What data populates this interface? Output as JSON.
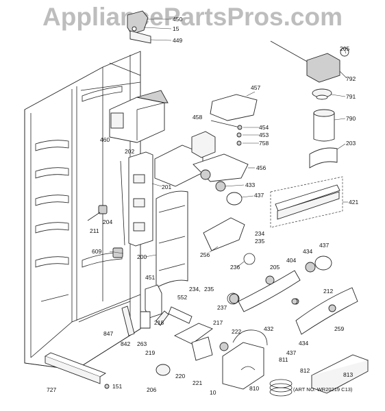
{
  "watermark": "AppliancePartsPros.com",
  "art_number": "(ART NO. WR20219 C13)",
  "part_labels": {
    "p450": "450",
    "p15": "15",
    "p449": "449",
    "p205a": "205",
    "p792": "792",
    "p791": "791",
    "p790": "790",
    "p203": "203",
    "p457": "457",
    "p460": "460",
    "p458": "458",
    "p454": "454",
    "p453": "453",
    "p758": "758",
    "p456": "456",
    "p202": "202",
    "p433": "433",
    "p437a": "437",
    "p421": "421",
    "p201": "201",
    "p204": "204",
    "p211": "211",
    "p609": "609",
    "p200": "200",
    "p256": "256",
    "p234a": "234",
    "p235a": "235",
    "p236": "236",
    "p205b": "205",
    "p404": "404",
    "p434a": "434",
    "p437b": "437",
    "p451": "451",
    "p234b": "234,",
    "p235b": "235",
    "p552": "552",
    "p237": "237",
    "p212": "212",
    "p217": "217",
    "p218": "218",
    "p847": "847",
    "p842": "842",
    "p263": "263",
    "p219": "219",
    "p222": "222",
    "p432": "432",
    "p259": "259",
    "p434b": "434",
    "p437c": "437",
    "p811": "811",
    "p220": "220",
    "p221": "221",
    "p812": "812",
    "p813": "813",
    "p727": "727",
    "p151": "151",
    "p206": "206",
    "p10": "10",
    "p810": "810"
  }
}
